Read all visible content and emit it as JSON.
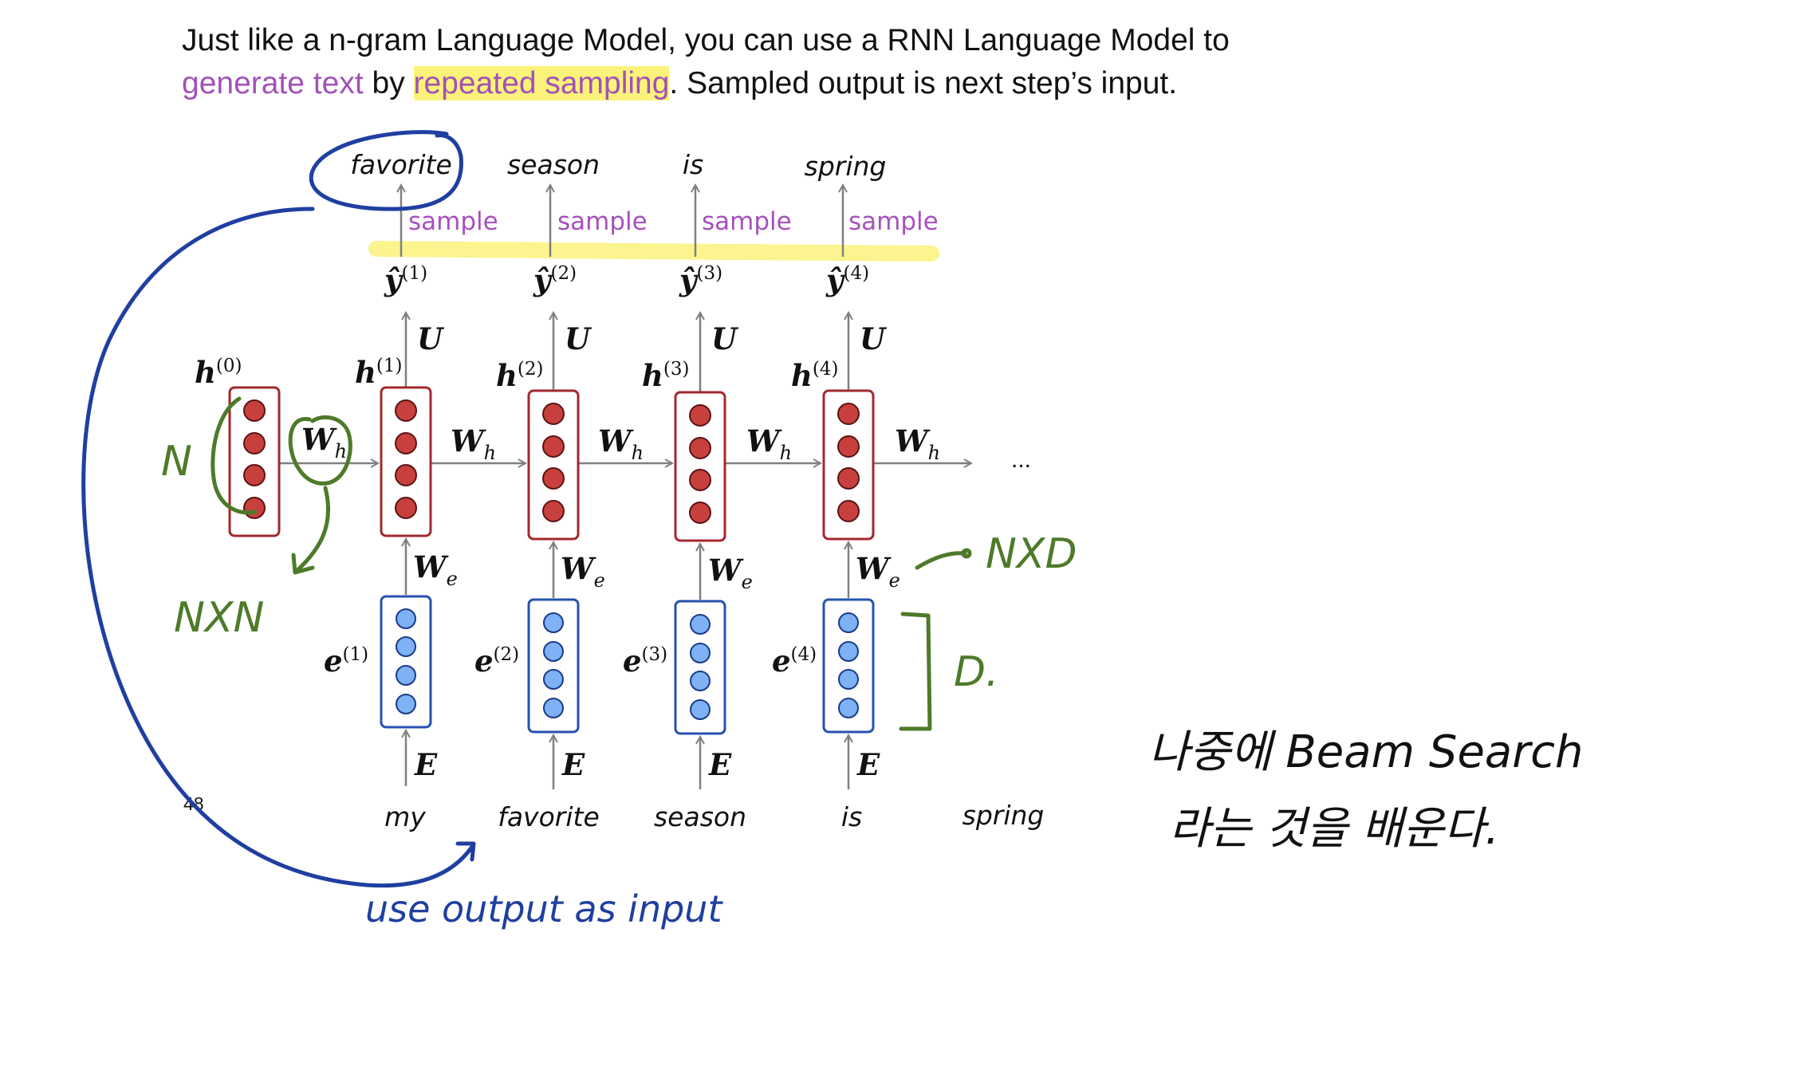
{
  "header": {
    "line1": "Just like a n-gram Language Model, you can use a RNN Language Model to",
    "line2_generate": "generate text",
    "line2_by": " by ",
    "line2_repeated": "repeated sampling",
    "line2_rest": ". Sampled output is next step’s input."
  },
  "outputs": [
    "favorite",
    "season",
    "is",
    "spring"
  ],
  "sample_label": "sample",
  "y_hat": {
    "symbol": "ŷ",
    "sups": [
      "(1)",
      "(2)",
      "(3)",
      "(4)"
    ]
  },
  "u_label": "U",
  "hidden": {
    "symbol": "h",
    "sups": [
      "(0)",
      "(1)",
      "(2)",
      "(3)",
      "(4)"
    ]
  },
  "wh": {
    "symbol": "W",
    "sub": "h"
  },
  "we": {
    "symbol": "W",
    "sub": "e"
  },
  "embed": {
    "symbol": "e",
    "sups": [
      "(1)",
      "(2)",
      "(3)",
      "(4)"
    ]
  },
  "e_label": "E",
  "inputs": [
    "my",
    "favorite",
    "season",
    "is",
    "spring"
  ],
  "ellipsis": "...",
  "page_number": "48",
  "colors": {
    "hidden_fill": "#c8403d",
    "hidden_border": "#a3282e",
    "embed_fill": "#7fb1f5",
    "embed_border": "#2651b0",
    "arrow": "#808080",
    "highlight": "#fbf27a",
    "purple": "#a251b8",
    "ink_blue": "#1f3fa0",
    "ink_green": "#4e7a2a",
    "ink_black": "#111111"
  },
  "annotations": {
    "use_output": "use output as input",
    "n_label": "N",
    "nxn_label": "NXN",
    "nxd_label": "NXD",
    "d_label": "D.",
    "korean_line1": "나중에 Beam Search",
    "korean_line2": "라는 것을 배운다."
  }
}
